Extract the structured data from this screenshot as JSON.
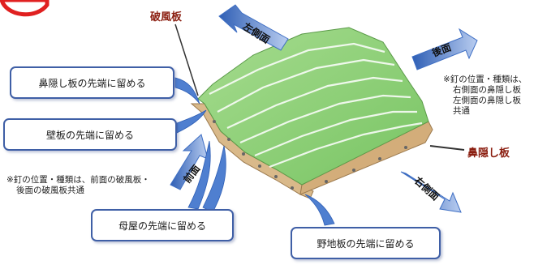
{
  "labels": {
    "hafuita": "破風板",
    "hanakakushi": "鼻隠し板"
  },
  "directions": {
    "left_side": "左側面",
    "back": "後面",
    "front": "前面",
    "right_side": "右側面"
  },
  "boxes": {
    "hanakakushi_tip": "鼻隠し板の先端に留める",
    "kabeita_tip": "壁板の先端に留める",
    "moya_tip": "母屋の先端に留める",
    "nojiita_tip": "野地板の先端に留める"
  },
  "notes": {
    "right": [
      "※釘の位置・種類は、",
      "右側面の鼻隠し板",
      "左側面の鼻隠し板",
      "共通"
    ],
    "left": [
      "※釘の位置・種類は、前面の破風板・",
      "後面の破風板共通"
    ]
  },
  "colors": {
    "roof_green": "#8fd07a",
    "board_wood": "#d9b98a",
    "arrow_blue": "#3f6fc4",
    "label_red": "#8b1e10",
    "box_border": "#3f5fa6"
  }
}
